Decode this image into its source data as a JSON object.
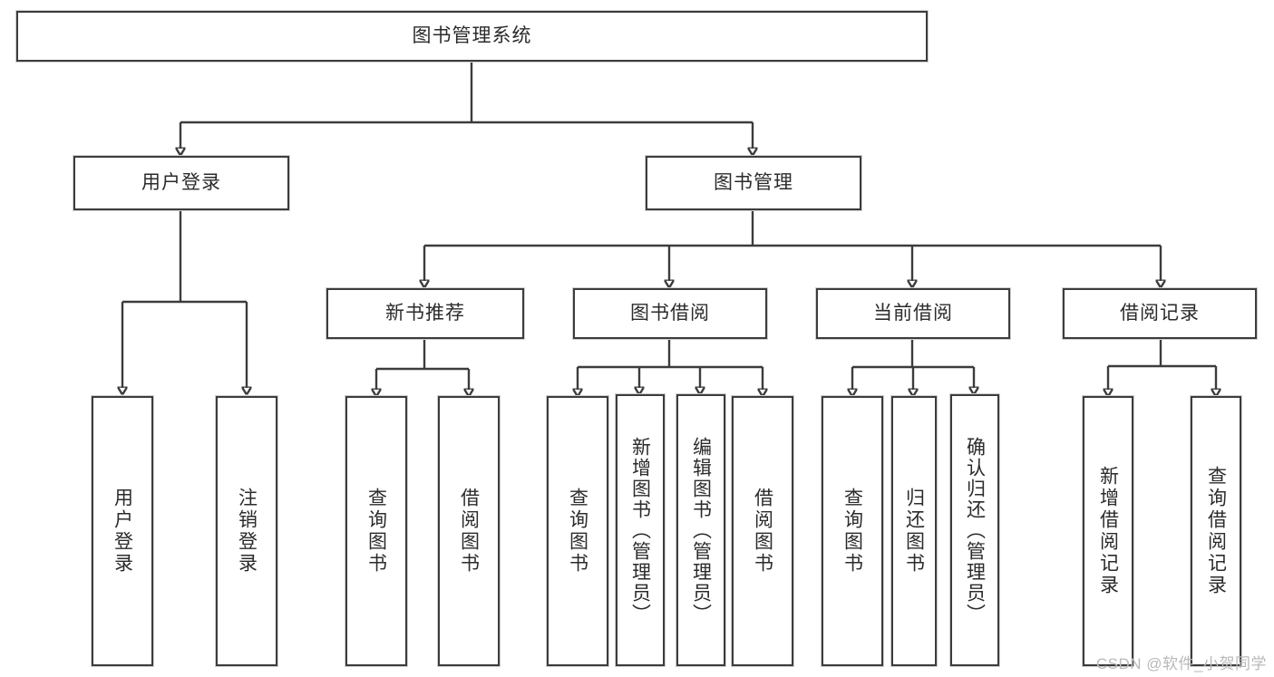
{
  "diagram": {
    "title_node": {
      "label": "图书管理系统"
    },
    "level2": [
      {
        "label": "用户登录"
      },
      {
        "label": "图书管理"
      }
    ],
    "level3": [
      {
        "label": "新书推荐"
      },
      {
        "label": "图书借阅"
      },
      {
        "label": "当前借阅"
      },
      {
        "label": "借阅记录"
      }
    ],
    "leaves": {
      "user_login": [
        {
          "label": "用户登录"
        },
        {
          "label": "注销登录"
        }
      ],
      "new_book_recommend": [
        {
          "label": "查询图书"
        },
        {
          "label": "借阅图书"
        }
      ],
      "book_borrow": [
        {
          "label": "查询图书"
        },
        {
          "label": "新增图书（管理员）"
        },
        {
          "label": "编辑图书（管理员）"
        },
        {
          "label": "借阅图书"
        }
      ],
      "current_borrow": [
        {
          "label": "查询图书"
        },
        {
          "label": "归还图书"
        },
        {
          "label": "确认归还（管理员）"
        }
      ],
      "borrow_record": [
        {
          "label": "新增借阅记录"
        },
        {
          "label": "查询借阅记录"
        }
      ]
    },
    "watermark": {
      "text": "CSDN @软件_小贺同学"
    },
    "colors": {
      "border": "#3c3c3c",
      "text": "#2b2b2b",
      "background": "#ffffff",
      "watermark": "#b9b9b9"
    }
  }
}
